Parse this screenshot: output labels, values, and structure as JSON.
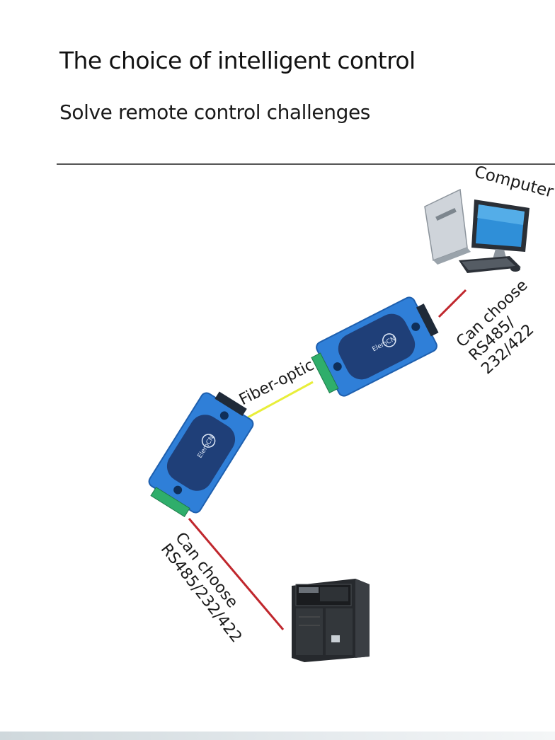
{
  "header": {
    "title": "The choice of intelligent control",
    "subtitle": "Solve remote control challenges"
  },
  "diagram": {
    "computer_label": "Computer",
    "fiber_label": "Fiber-optic",
    "top_interface_lines": [
      "Can choose",
      "RS485/",
      "232/422"
    ],
    "bottom_interface_lines": [
      "Can choose",
      "RS485/232/422"
    ],
    "device_brand": "ElemCN"
  },
  "colors": {
    "converter_blue": "#2f7fd8",
    "converter_dark": "#1f3f78",
    "terminal_green": "#2fae6b",
    "fiber_yellow": "#e8ee3a",
    "cable_red": "#c0272d"
  }
}
